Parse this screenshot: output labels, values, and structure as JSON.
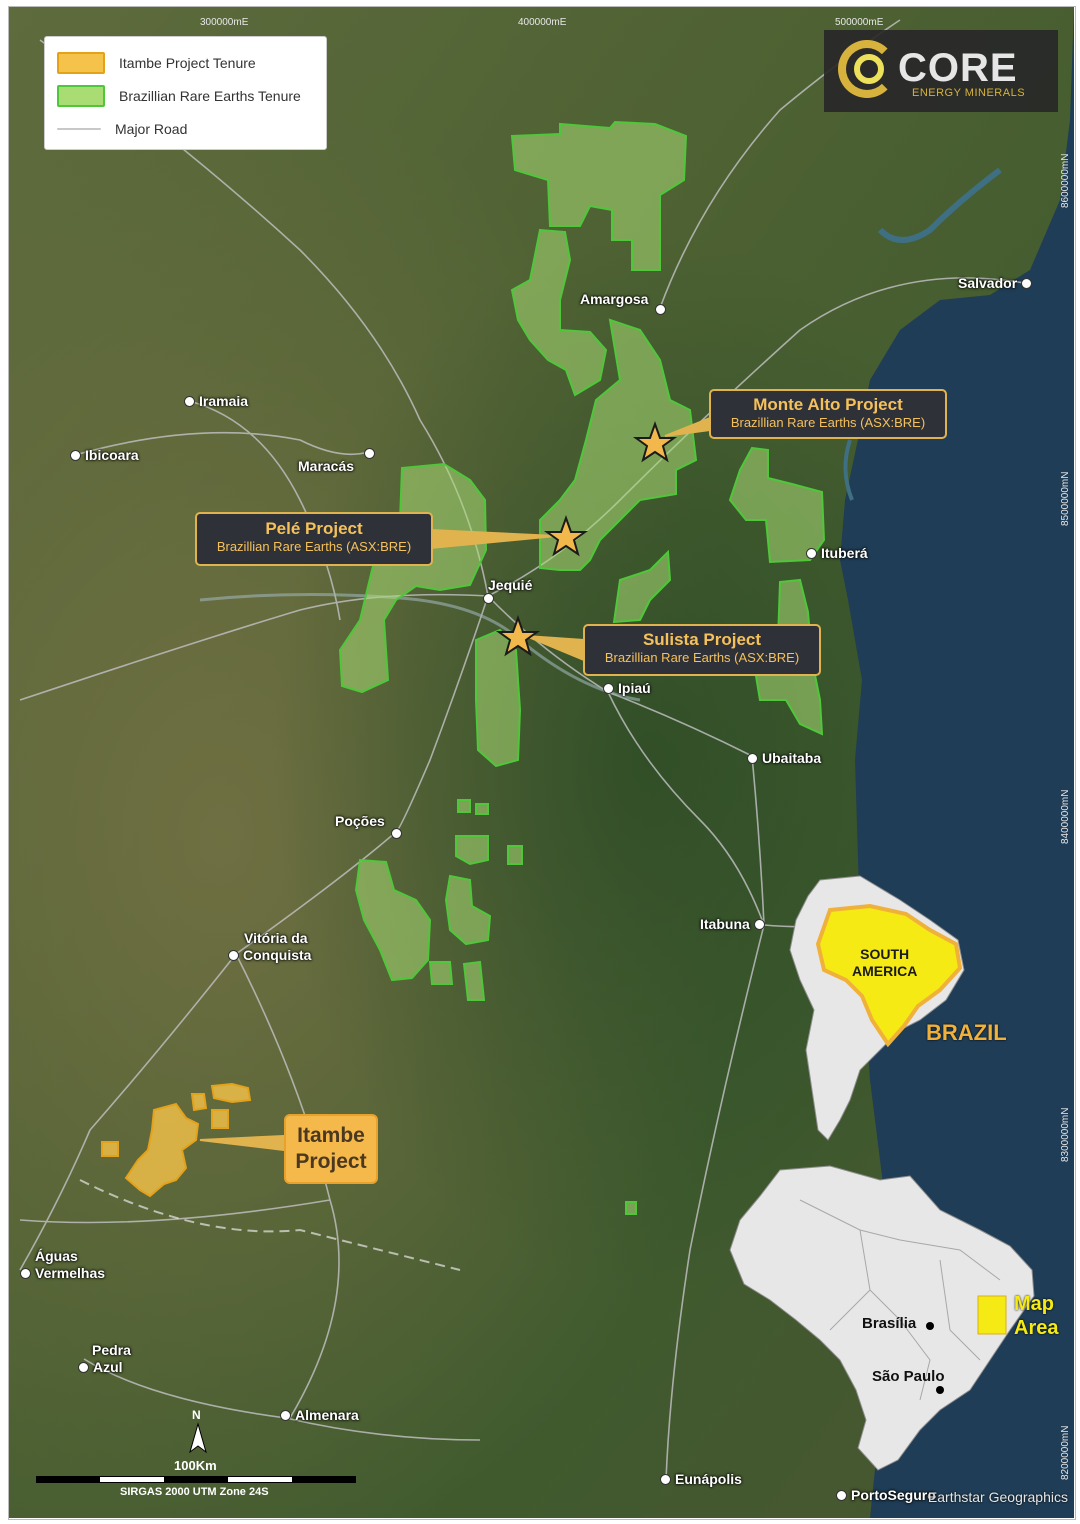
{
  "grid": {
    "eastings": [
      "300000mE",
      "400000mE",
      "500000mE"
    ],
    "northings": [
      "8600000mN",
      "8500000mN",
      "8400000mN",
      "8300000mN",
      "8200000mN"
    ]
  },
  "legend": {
    "items": [
      {
        "label": "Itambe Project Tenure",
        "symbol": "orange-swatch"
      },
      {
        "label": "Brazillian Rare Earths Tenure",
        "symbol": "green-swatch"
      },
      {
        "label": "Major Road",
        "symbol": "grey-line"
      }
    ]
  },
  "logo": {
    "main": "CORE",
    "sub": "ENERGY MINERALS"
  },
  "towns": [
    {
      "name": "Salvador"
    },
    {
      "name": "Amargosa"
    },
    {
      "name": "Iramaia"
    },
    {
      "name": "Ibicoara"
    },
    {
      "name": "Maracás"
    },
    {
      "name": "Jequié"
    },
    {
      "name": "Ituberá"
    },
    {
      "name": "Ipiaú"
    },
    {
      "name": "Ubaitaba"
    },
    {
      "name": "Poções"
    },
    {
      "name": "Itabuna"
    },
    {
      "name": "Vitória da",
      "name2": "Conquista"
    },
    {
      "name": "Águas",
      "name2": "Vermelhas"
    },
    {
      "name": "Pedra",
      "name2": "Azul"
    },
    {
      "name": "Almenara"
    },
    {
      "name": "Eunápolis"
    },
    {
      "name": "PortoSeguro"
    }
  ],
  "projects": [
    {
      "name": "Monte Alto Project",
      "owner": "Brazillian Rare Earths (ASX:BRE)"
    },
    {
      "name": "Pelé Project",
      "owner": "Brazillian Rare Earths (ASX:BRE)"
    },
    {
      "name": "Sulista Project",
      "owner": "Brazillian Rare Earths (ASX:BRE)"
    }
  ],
  "itambe": {
    "line1": "Itambe",
    "line2": "Project"
  },
  "inset": {
    "continent_line1": "SOUTH",
    "continent_line2": "AMERICA",
    "country": "BRAZIL",
    "cities": [
      "Brasília",
      "São Paulo"
    ],
    "map_area_line1": "Map",
    "map_area_line2": "Area"
  },
  "north": "N",
  "scale": {
    "label": "100Km",
    "crs": "SIRGAS 2000 UTM Zone 24S"
  },
  "attribution": "Earthstar Geographics",
  "colors": {
    "bre_fill": "#a9dd74",
    "bre_stroke": "#4ec73a",
    "itambe_fill": "#f6c34a",
    "itambe_stroke": "#e4a21a",
    "callout_text": "#f5c15a",
    "callout_bg": "#2f3138",
    "ocean": "#1f3d56",
    "inset_highlight": "#f5ea14"
  }
}
